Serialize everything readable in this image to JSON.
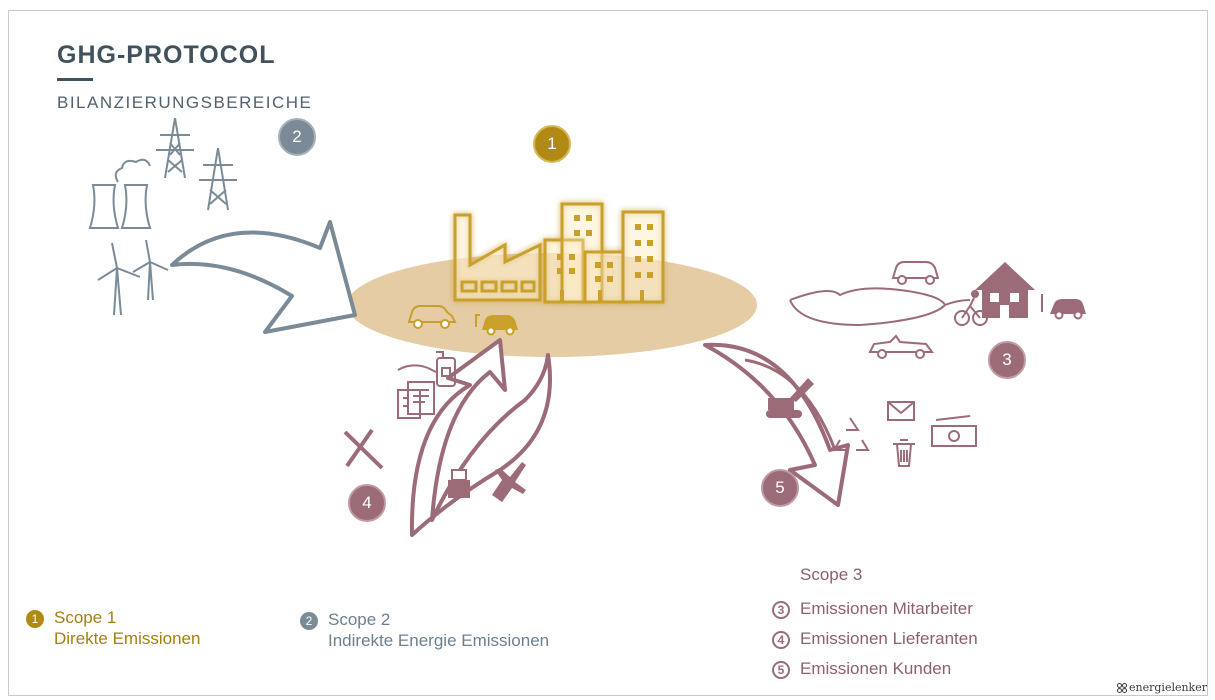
{
  "header": {
    "title": "GHG-PROTOCOL",
    "subtitle": "BILANZIERUNGSBEREICHE"
  },
  "diagram": {
    "badges": {
      "scope1": "1",
      "scope2": "2",
      "scope3_employees": "3",
      "scope3_suppliers": "4",
      "scope3_customers": "5"
    }
  },
  "legend": {
    "scope1": {
      "number": "1",
      "title": "Scope 1",
      "desc": "Direkte Emissionen"
    },
    "scope2": {
      "number": "2",
      "title": "Scope 2",
      "desc": "Indirekte Energie Emissionen"
    },
    "scope3": {
      "title": "Scope 3",
      "items": [
        {
          "number": "3",
          "label": "Emissionen Mitarbeiter"
        },
        {
          "number": "4",
          "label": "Emissionen Lieferanten"
        },
        {
          "number": "5",
          "label": "Emissionen Kunden"
        }
      ]
    }
  },
  "brand": {
    "name": "energielenker"
  },
  "colors": {
    "scope1": "#b08a14",
    "scope1_fill": "#e2c79a",
    "scope2": "#7a8b97",
    "scope3": "#9b6b78",
    "title": "#41525d"
  },
  "icons": {
    "scope1": [
      "factory-icon",
      "office-building-icon",
      "car-icon",
      "electric-car-icon"
    ],
    "scope2": [
      "power-plant-icon",
      "power-pylon-icon",
      "wind-turbine-icon"
    ],
    "scope3_employees": [
      "house-icon",
      "car-icon",
      "bicycle-icon",
      "convertible-icon",
      "electric-car-icon"
    ],
    "scope3_suppliers": [
      "hand-soap-icon",
      "documents-icon",
      "cutlery-icon",
      "printer-icon",
      "airplane-icon"
    ],
    "scope3_customers": [
      "excavator-icon",
      "recycling-icon",
      "mail-icon",
      "trash-icon",
      "banknote-icon"
    ]
  }
}
